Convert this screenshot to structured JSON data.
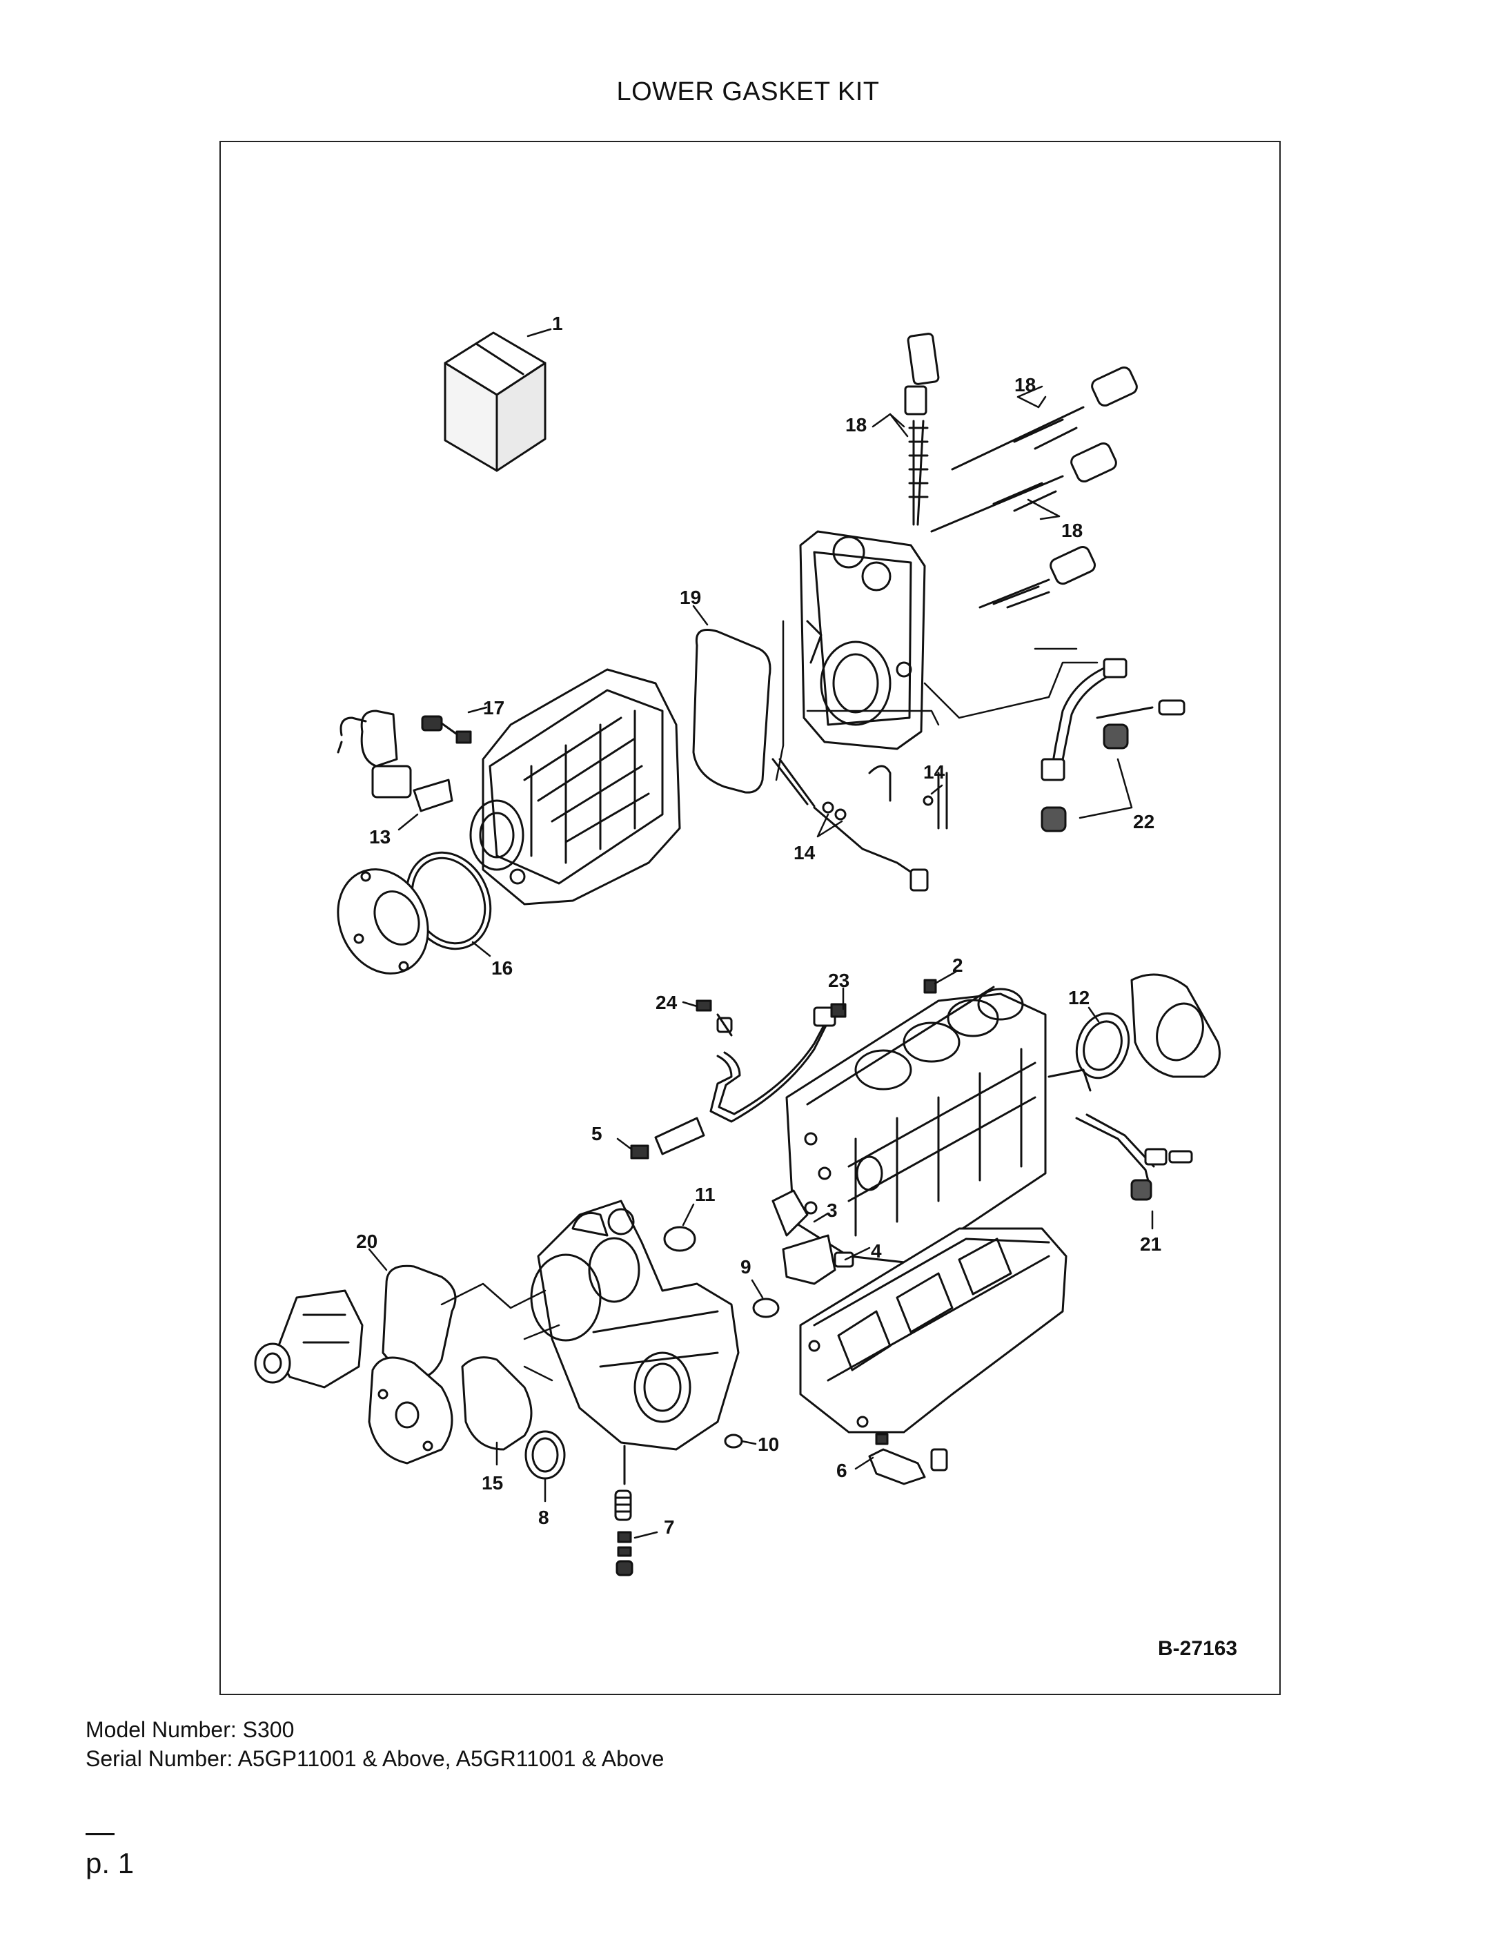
{
  "title": "LOWER GASKET KIT",
  "figure": {
    "document_number": "B-27163",
    "callouts": [
      "1",
      "2",
      "3",
      "4",
      "5",
      "6",
      "7",
      "8",
      "9",
      "10",
      "11",
      "12",
      "13",
      "14",
      "14",
      "14",
      "15",
      "16",
      "17",
      "18",
      "18",
      "18",
      "19",
      "20",
      "21",
      "22",
      "23",
      "24"
    ]
  },
  "footer": {
    "model_line": "Model Number: S300",
    "serial_line": "Serial Number: A5GP11001 & Above, A5GR11001 & Above"
  },
  "page_label": "p. 1"
}
